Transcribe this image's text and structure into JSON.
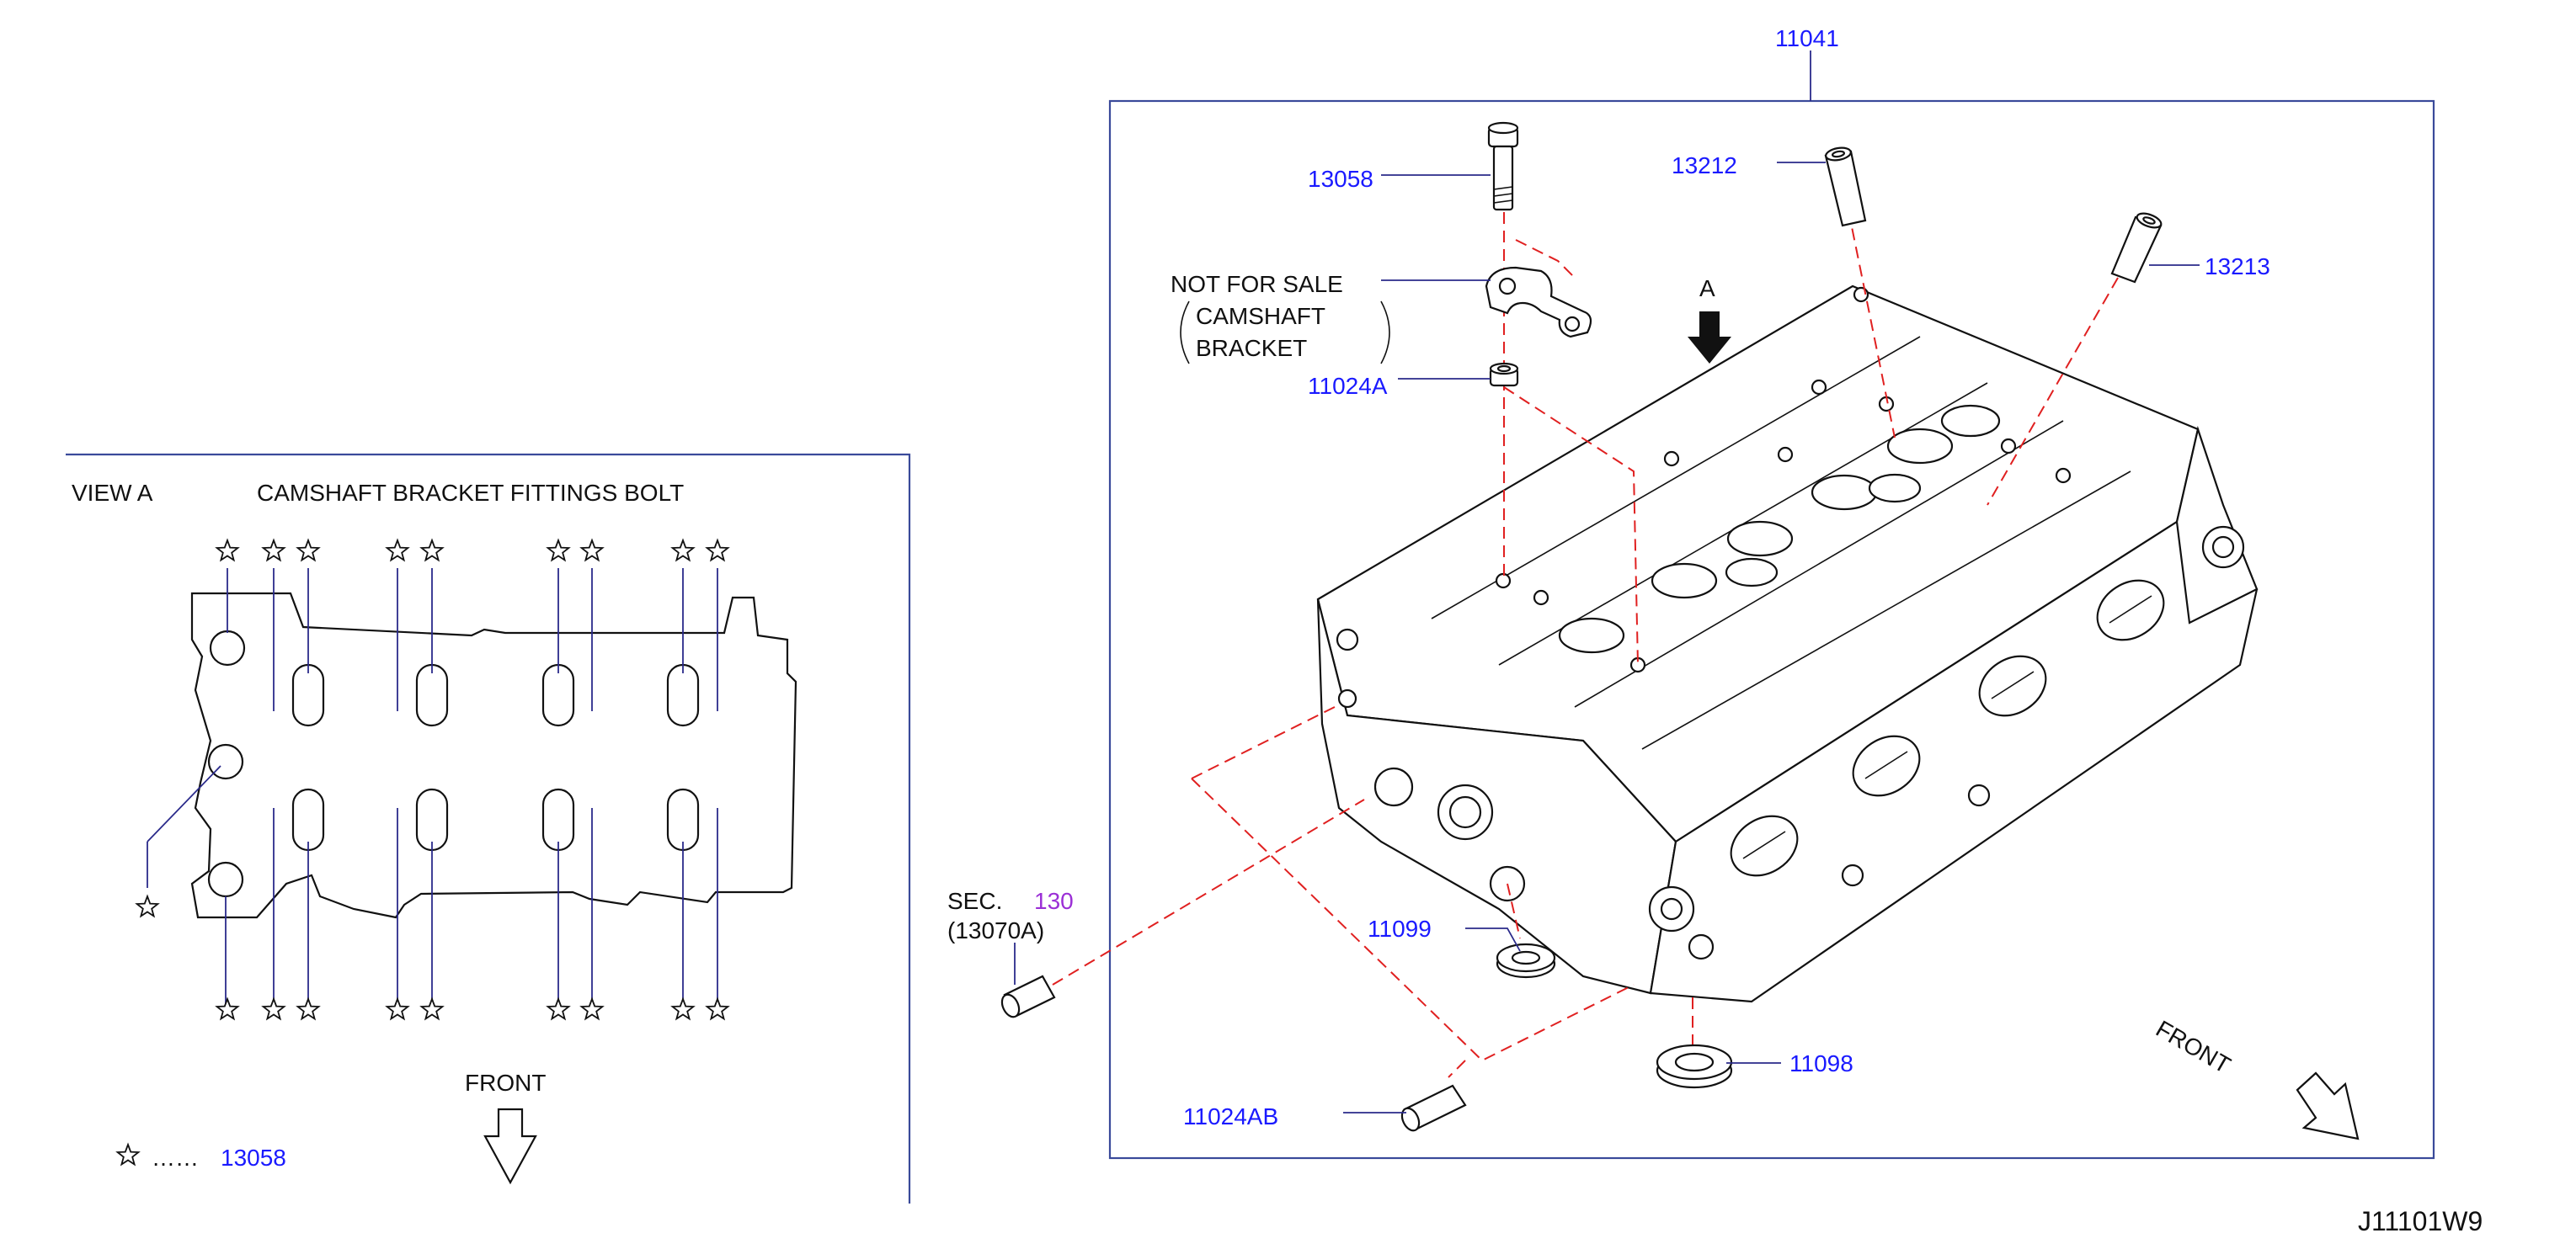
{
  "labels": {
    "p11041": "11041",
    "p13058": "13058",
    "p13212": "13212",
    "p13213": "13213",
    "p11024A": "11024A",
    "p11099": "11099",
    "p11098": "11098",
    "p11024AB": "11024AB",
    "sec": "SEC.",
    "sec_num": "130",
    "sec_ref": "(13070A)",
    "not_for_sale": "NOT  FOR  SALE",
    "camshaft": "CAMSHAFT",
    "bracket": "BRACKET",
    "arrow_a": "A",
    "front_main": "FRONT",
    "diagram_code": "J11101W9"
  },
  "view_a": {
    "title": "VIEW   A",
    "subtitle": "CAMSHAFT   BRACKET   FITTINGS   BOLT",
    "front": "FRONT",
    "legend_dots": "……",
    "legend_part": "13058"
  },
  "colors": {
    "part_number": "#1a1aff",
    "section_number": "#9b2fd6",
    "dashed_line": "#e02020",
    "frame": "#3a4a9a"
  }
}
